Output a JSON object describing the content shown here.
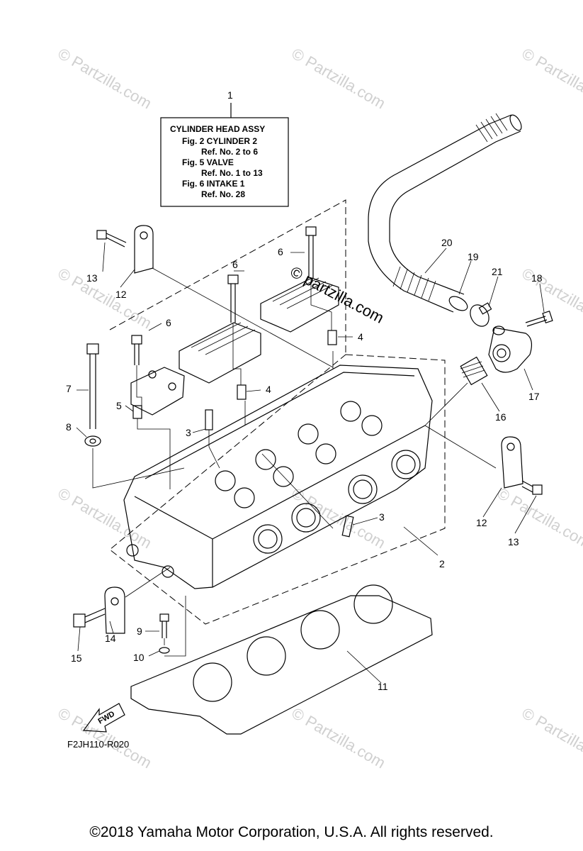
{
  "info_box": {
    "callout": "1",
    "title": "CYLINDER HEAD ASSY",
    "lines": [
      "Fig.  2 CYLINDER 2",
      "Ref. No. 2 to 6",
      "Fig.  5 VALVE",
      "Ref. No. 1 to 13",
      "Fig.  6 INTAKE 1",
      "Ref. No. 28"
    ]
  },
  "callouts": {
    "c2": "2",
    "c3a": "3",
    "c3b": "3",
    "c4a": "4",
    "c4b": "4",
    "c5": "5",
    "c6a": "6",
    "c6b": "6",
    "c6c": "6",
    "c7": "7",
    "c8": "8",
    "c9": "9",
    "c10": "10",
    "c11": "11",
    "c12a": "12",
    "c12b": "12",
    "c13a": "13",
    "c13b": "13",
    "c14": "14",
    "c15": "15",
    "c16": "16",
    "c17": "17",
    "c18": "18",
    "c19": "19",
    "c20": "20",
    "c21": "21"
  },
  "fwd_label": "FWD",
  "figure_code": "F2JH110-R020",
  "watermark": "© Partzilla.com",
  "watermark_center": "© partzilla.com",
  "copyright": "©2018  Yamaha Motor Corporation, U.S.A. All rights reserved."
}
